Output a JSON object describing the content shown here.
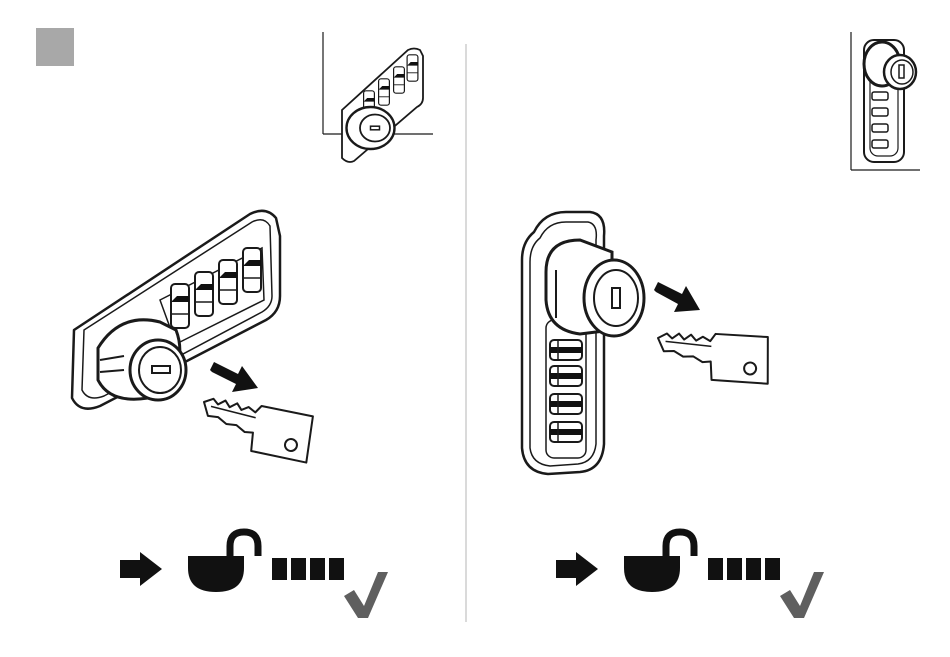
{
  "colors": {
    "background": "#ffffff",
    "line": "#1a1a1a",
    "badge": "#a8a8a8",
    "checkmark": "#5f5f5f",
    "divider": "#b4b4b4",
    "fill_dark": "#111111"
  },
  "panels": [
    {
      "name": "horizontal-lock-panel",
      "orientation": "horizontal",
      "has_step_badge": true,
      "combination_dials": 4,
      "legend_icons": [
        "arrow-right-icon",
        "open-padlock-icon",
        "combination-blocks-icon",
        "checkmark-icon"
      ],
      "legend_blocks": 4
    },
    {
      "name": "vertical-lock-panel",
      "orientation": "vertical",
      "has_step_badge": false,
      "combination_dials": 4,
      "legend_icons": [
        "arrow-right-icon",
        "open-padlock-icon",
        "combination-blocks-icon",
        "checkmark-icon"
      ],
      "legend_blocks": 4
    }
  ]
}
